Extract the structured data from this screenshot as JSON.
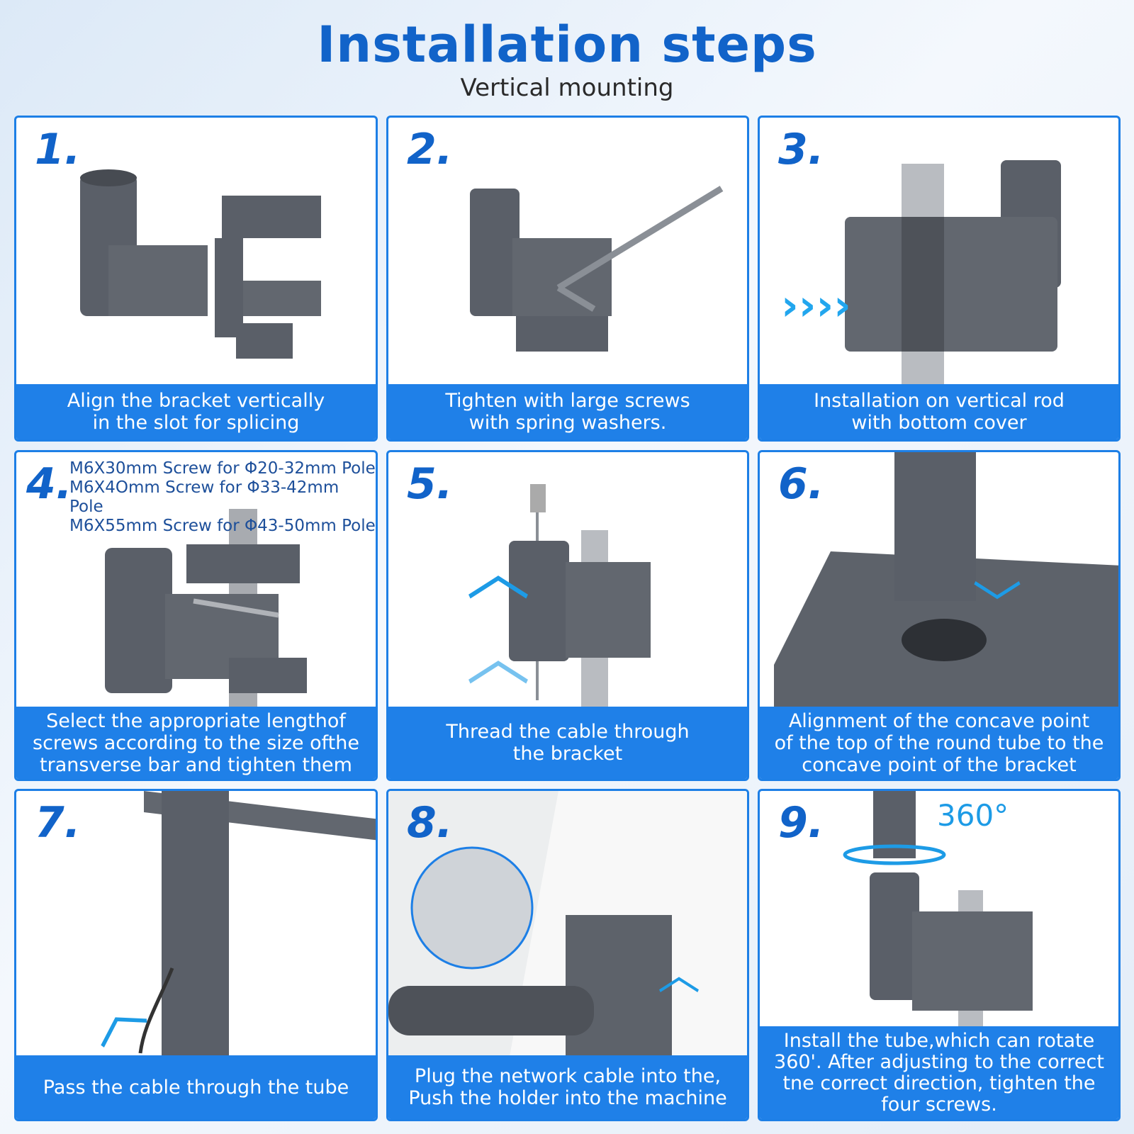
{
  "header": {
    "title": "Installation steps",
    "subtitle": "Vertical mounting"
  },
  "steps": [
    {
      "number": "1.",
      "caption": [
        "Align the bracket vertically",
        "in the slot for splicing"
      ]
    },
    {
      "number": "2.",
      "caption": [
        "Tighten with large screws",
        "with spring washers."
      ]
    },
    {
      "number": "3.",
      "caption": [
        "Installation on vertical rod",
        "with bottom cover"
      ]
    },
    {
      "number": "4.",
      "specs": [
        "M6X30mm Screw for Φ20-32mm Pole",
        "M6X4Omm Screw for Φ33-42mm Pole",
        "M6X55mm Screw for Φ43-50mm Pole"
      ],
      "caption": [
        "Select the appropriate lengthof",
        "screws according to the size ofthe",
        "transverse bar and tighten them"
      ]
    },
    {
      "number": "5.",
      "caption": [
        "Thread the cable through",
        "the bracket"
      ]
    },
    {
      "number": "6.",
      "caption": [
        "Alignment of the concave point",
        "of the top of the round tube to the",
        "concave point of the bracket"
      ]
    },
    {
      "number": "7.",
      "caption": [
        "Pass the cable through the tube"
      ]
    },
    {
      "number": "8.",
      "caption": [
        "Plug the network cable into the,",
        "Push the holder into the machine"
      ]
    },
    {
      "number": "9.",
      "rotation_label": "360°",
      "caption": [
        "Install the tube,which can rotate",
        "360'. After adjusting to the correct",
        "tne correct direction, tighten the",
        "four screws."
      ]
    }
  ],
  "colors": {
    "accent": "#1f80e8",
    "title": "#1163c9",
    "part": "#5a5f68"
  }
}
